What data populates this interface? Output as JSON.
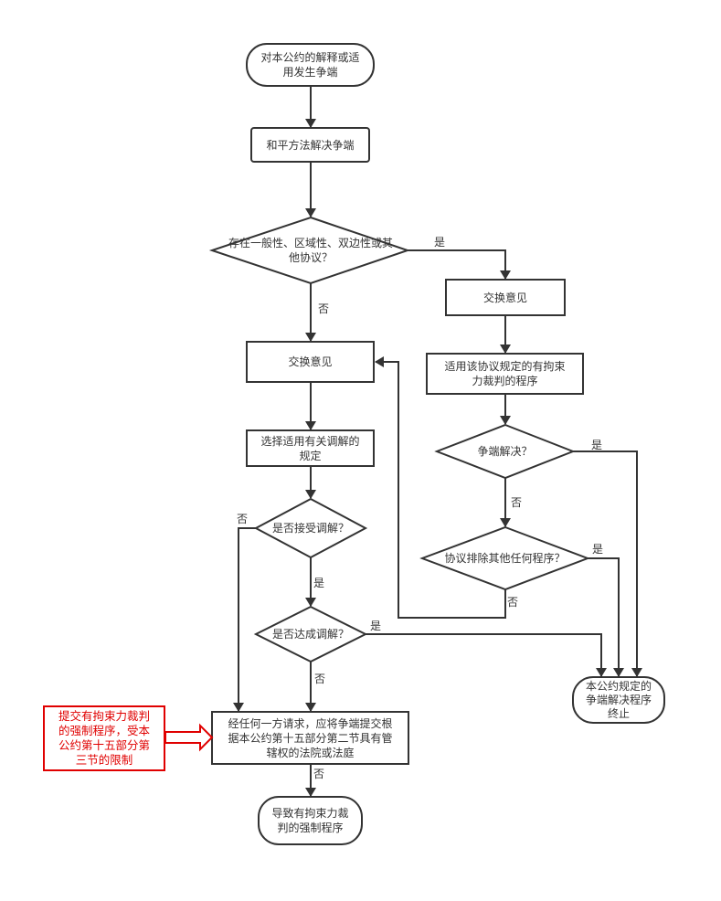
{
  "nodes": {
    "start": "对本公约的解释或适\n用发生争端",
    "peaceful": "和平方法解决争端",
    "other_agreement": "存在一般性、区域性、双边性或其\n他协议？",
    "exchange_right": "交换意见",
    "exchange_left": "交换意见",
    "apply_agreement": "适用该协议规定的有拘束\n力裁判的程序",
    "select_conciliation": "选择适用有关调解的\n规定",
    "resolved": "争端解决？",
    "accept_conciliation": "是否接受调解？",
    "exclude_other": "协议排除其他任何程序？",
    "reach_conciliation": "是否达成调解？",
    "terminate": "本公约规定的\n争端解决程序\n终止",
    "submit_court": "经任何一方请求，应将争端提交根\n据本公约第十五部分第二节具有管\n辖权的法院或法庭",
    "limitation": "提交有拘束力裁判\n的强制程序，受本\n公约第十五部分第\n三节的限制",
    "compulsory": "导致有拘束力裁\n判的强制程序"
  },
  "edge_labels": {
    "yes": "是",
    "no": "否"
  },
  "colors": {
    "stroke": "#333333",
    "highlight": "#e00000"
  }
}
